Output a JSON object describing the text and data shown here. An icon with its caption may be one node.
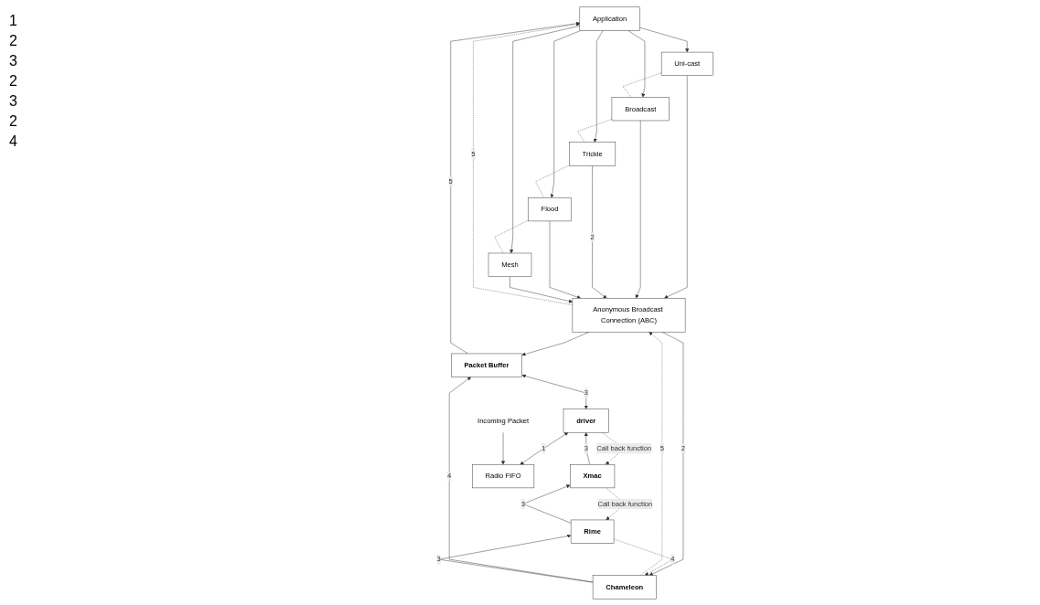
{
  "diagram": {
    "nodes": [
      {
        "text": [
          "Application"
        ]
      },
      {
        "text": [
          "Uni-cast"
        ]
      },
      {
        "text": [
          "Broadcast"
        ]
      },
      {
        "text": [
          "Trickle"
        ]
      },
      {
        "text": [
          "Flood"
        ]
      },
      {
        "text": [
          "Mesh"
        ]
      },
      {
        "text": [
          "Anonymous Broadcast Connection (ABC)"
        ]
      },
      {
        "text": [
          "Chameleon"
        ]
      },
      {
        "text": [
          "Packet Buffer"
        ]
      },
      {
        "text": [
          "Rime"
        ]
      },
      {
        "text": [
          "Xmac"
        ]
      },
      {
        "text": [
          "driver"
        ]
      },
      {
        "text": [
          "Radio FIFO"
        ]
      },
      {
        "text": [
          "Incoming Packet"
        ]
      }
    ],
    "edges": [
      {
        "from": 0,
        "to": 1,
        "arrow": "to"
      },
      {
        "from": 0,
        "to": 2,
        "arrow": "to"
      },
      {
        "from": 0,
        "to": 3,
        "arrow": "to"
      },
      {
        "from": 0,
        "to": 4,
        "arrow": "to"
      },
      {
        "from": 0,
        "to": 5,
        "arrow": "to"
      },
      {
        "from": 1,
        "to": 2,
        "arrow": "none",
        "style": "dashed"
      },
      {
        "from": 2,
        "to": 3,
        "arrow": "none",
        "style": "dashed"
      },
      {
        "from": 3,
        "to": 4,
        "arrow": "none",
        "style": "dashed"
      },
      {
        "from": 4,
        "to": 5,
        "arrow": "none",
        "style": "dashed"
      },
      {
        "from": 1,
        "to": 6,
        "arrow": "to"
      },
      {
        "from": 2,
        "to": 6,
        "arrow": "to"
      },
      {
        "from": 3,
        "to": 6,
        "label": "2",
        "arrow": "to"
      },
      {
        "from": 4,
        "to": 6,
        "arrow": "to"
      },
      {
        "from": 5,
        "to": 6,
        "arrow": "to"
      },
      {
        "from": 6,
        "to": 0,
        "label": "5",
        "arrow": "to",
        "style": "dashed"
      },
      {
        "from": 6,
        "to": 8,
        "arrow": "to"
      },
      {
        "from": 8,
        "to": 0,
        "label": "5",
        "arrow": "to"
      },
      {
        "from": 6,
        "to": 7,
        "label": "2",
        "arrow": "to"
      },
      {
        "from": 7,
        "to": 6,
        "label": "5",
        "arrow": "to",
        "style": "dashed"
      },
      {
        "from": 7,
        "to": 8,
        "label": "4",
        "arrow": "to"
      },
      {
        "from": 7,
        "to": 9,
        "label": "3",
        "arrow": "to"
      },
      {
        "from": 9,
        "to": 7,
        "label": "4",
        "arrow": "to",
        "style": "dashed"
      },
      {
        "from": 9,
        "to": 10,
        "label": "3",
        "arrow": "to"
      },
      {
        "from": 10,
        "to": 9,
        "label": "Call back function",
        "arrow": "to",
        "style": "dashed"
      },
      {
        "from": 10,
        "to": 11,
        "label": "3",
        "arrow": "to"
      },
      {
        "from": 11,
        "to": 10,
        "label": "Call back function",
        "arrow": "to",
        "style": "dashed"
      },
      {
        "from": 8,
        "to": 11,
        "label": "3",
        "arrow": "both"
      },
      {
        "from": 11,
        "to": 12,
        "label": "1",
        "arrow": "both"
      },
      {
        "from": 13,
        "to": 12,
        "arrow": "to"
      }
    ],
    "labels": [
      "1",
      "2",
      "3",
      "2",
      "3",
      "2",
      "4"
    ]
  }
}
